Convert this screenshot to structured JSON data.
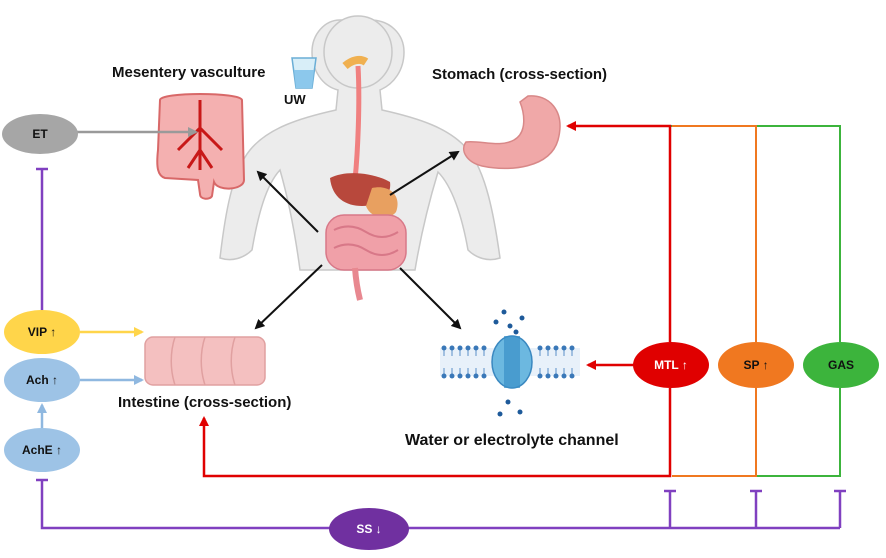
{
  "labels": {
    "mesentery": "Mesentery vasculture",
    "stomach": "Stomach (cross-section)",
    "intestine": "Intestine (cross-section)",
    "channel": "Water or electrolyte channel",
    "uw": "UW"
  },
  "nodes": {
    "et": "ET",
    "vip": "VIP ↑",
    "ach": "Ach ↑",
    "ache": "AchE ↑",
    "ss": "SS ↓",
    "mtl": "MTL ↑",
    "sp": "SP ↑",
    "gas": "GAS"
  },
  "colors": {
    "et": "#a6a6a6",
    "vip": "#ffd54a",
    "ach": "#9dc3e6",
    "ache": "#9dc3e6",
    "ss": "#7030a0",
    "mtl": "#e00000",
    "sp": "#f07820",
    "gas": "#3cb43c",
    "inhibit_line": "#8040c0"
  }
}
